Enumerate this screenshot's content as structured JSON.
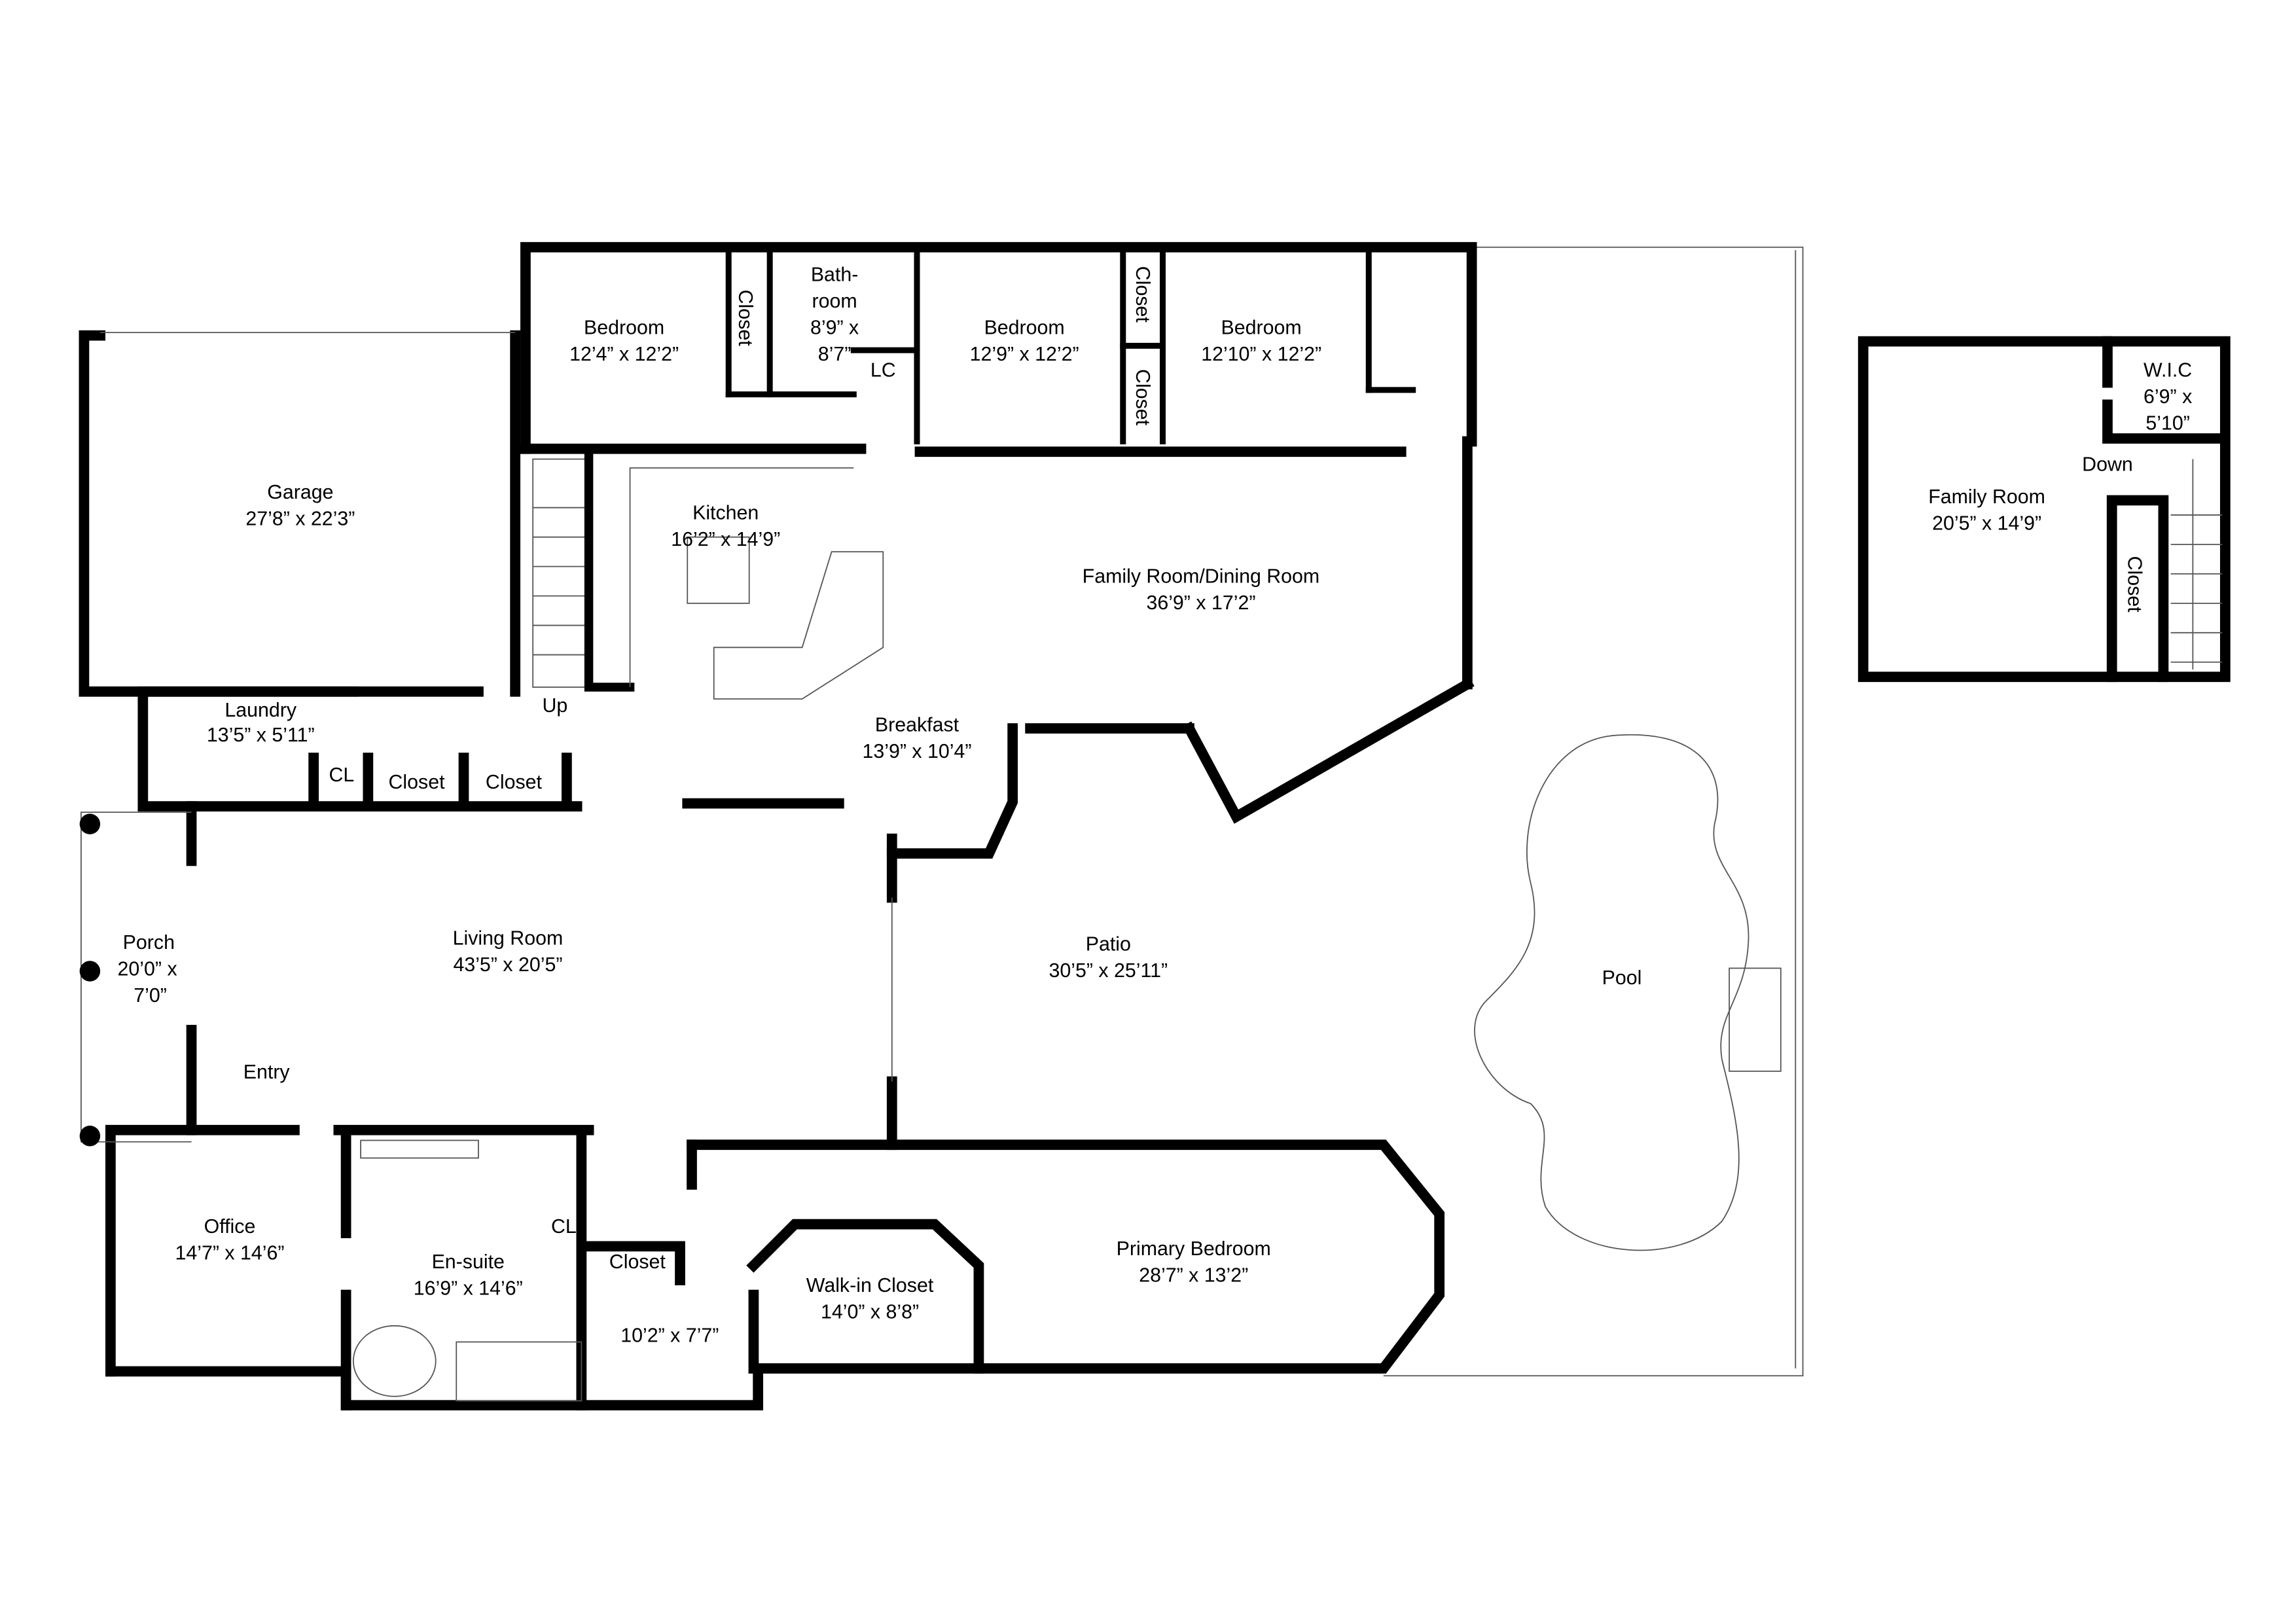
{
  "colors": {
    "wall": "#000000",
    "fixture": "#555555",
    "background": "#ffffff"
  },
  "main_floor": {
    "bedroom1": {
      "name": "Bedroom",
      "size": "12’4” x 12’2”"
    },
    "closet_b1": "Closet",
    "bathroom": {
      "name1": "Bath-",
      "name2": "room",
      "size1": "8’9” x",
      "size2": "8’7”"
    },
    "lc": "LC",
    "bedroom2": {
      "name": "Bedroom",
      "size": "12’9” x 12’2”"
    },
    "closet_b2": "Closet",
    "closet_b3": "Closet",
    "bedroom3": {
      "name": "Bedroom",
      "size": "12’10” x 12’2”"
    },
    "garage": {
      "name": "Garage",
      "size": "27’8” x 22’3”"
    },
    "kitchen": {
      "name": "Kitchen",
      "size": "16’2” x 14’9”"
    },
    "family_dining": {
      "name": "Family Room/Dining Room",
      "size": "36’9” x 17’2”"
    },
    "stairs_up": "Up",
    "laundry": {
      "name": "Laundry",
      "size": "13’5” x 5’11”"
    },
    "cl1": "CL",
    "closet_l1": "Closet",
    "closet_l2": "Closet",
    "breakfast": {
      "name": "Breakfast",
      "size": "13’9” x 10’4”"
    },
    "porch": {
      "name": "Porch",
      "size1": "20’0” x",
      "size2": "7’0”"
    },
    "living": {
      "name": "Living Room",
      "size": "43’5” x 20’5”"
    },
    "patio": {
      "name": "Patio",
      "size": "30’5” x 25’11”"
    },
    "pool": {
      "name": "Pool"
    },
    "entry": "Entry",
    "office": {
      "name": "Office",
      "size": "14’7” x 14’6”"
    },
    "ensuite": {
      "name": "En-suite",
      "size": "16’9” x 14’6”"
    },
    "cl2": "CL",
    "closet_e": "Closet",
    "hall": {
      "size": "10’2” x 7’7”"
    },
    "walkin": {
      "name": "Walk-in Closet",
      "size": "14’0” x 8’8”"
    },
    "primary": {
      "name": "Primary Bedroom",
      "size": "28’7” x 13’2”"
    }
  },
  "upper_floor": {
    "wic": {
      "name": "W.I.C",
      "size1": "6’9” x",
      "size2": "5’10”"
    },
    "stairs_down": "Down",
    "family": {
      "name": "Family Room",
      "size": "20’5” x 14’9”"
    },
    "closet": "Closet"
  }
}
